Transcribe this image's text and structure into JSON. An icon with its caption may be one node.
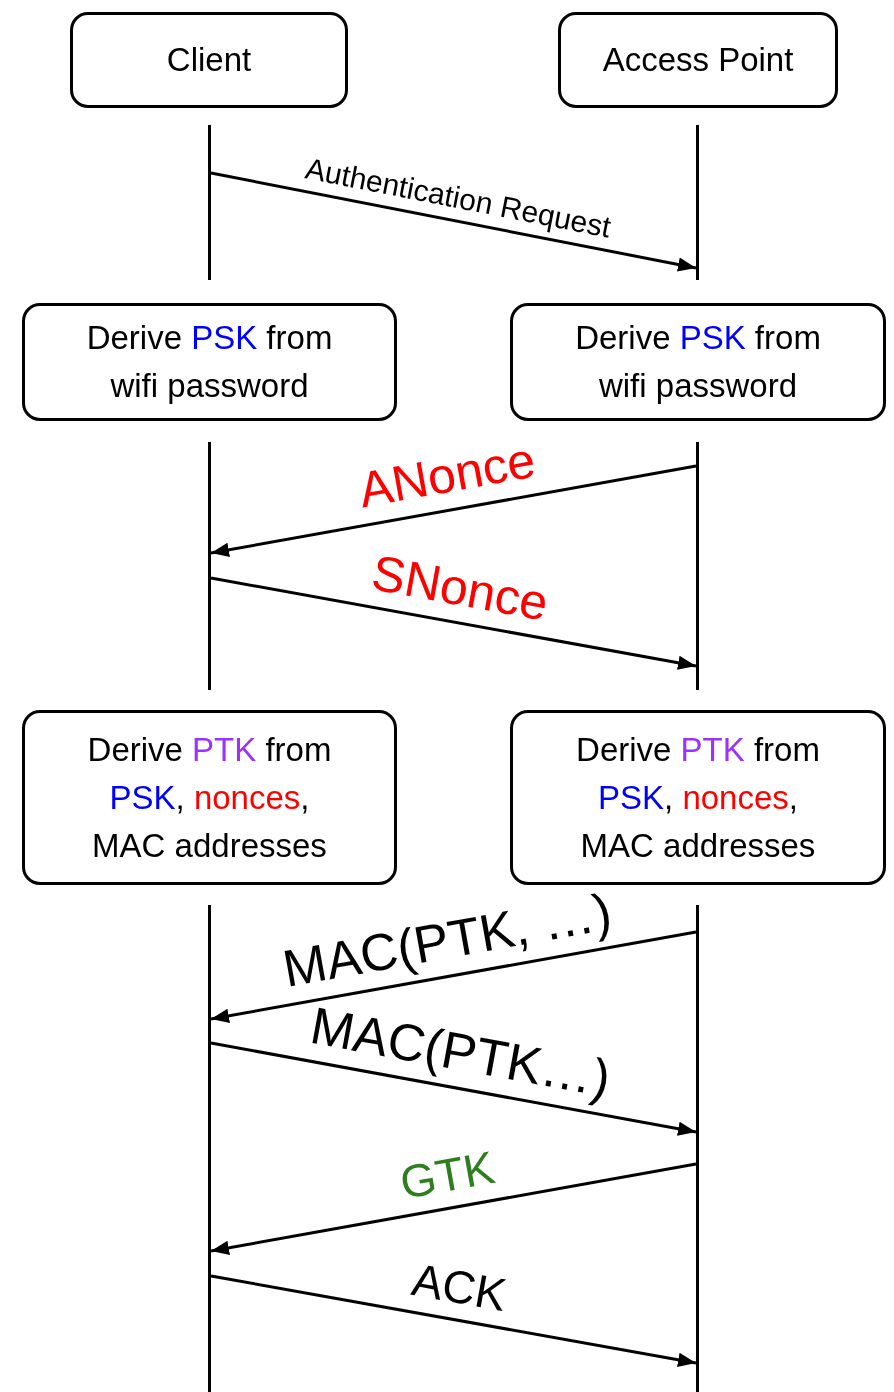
{
  "diagram": {
    "nodes": [
      {
        "text": [
          "Client"
        ]
      },
      {
        "text": [
          "Access Point"
        ]
      },
      {
        "text": [],
        "shape": "line"
      },
      {
        "text": [],
        "shape": "line"
      },
      {
        "text": [
          "Derive PSK from wifi password"
        ]
      },
      {
        "text": [
          "Derive PSK from wifi password"
        ]
      },
      {
        "text": [],
        "shape": "line"
      },
      {
        "text": [],
        "shape": "line"
      },
      {
        "text": [
          "Derive PTK from PSK, nonces, MAC addresses"
        ]
      },
      {
        "text": [
          "Derive PTK from PSK, nonces, MAC addresses"
        ]
      },
      {
        "text": [],
        "shape": "line"
      },
      {
        "text": [],
        "shape": "line"
      }
    ],
    "edges": [
      {
        "from": 2,
        "to": 3,
        "arrow": "to",
        "label": "Authentication Request"
      },
      {
        "from": 7,
        "to": 6,
        "arrow": "to",
        "label": "ANonce"
      },
      {
        "from": 6,
        "to": 7,
        "arrow": "to",
        "label": "SNonce"
      },
      {
        "from": 11,
        "to": 10,
        "arrow": "to",
        "label": "MAC(PTK, …)"
      },
      {
        "from": 10,
        "to": 11,
        "arrow": "to",
        "label": "MAC(PTK…)"
      },
      {
        "from": 11,
        "to": 10,
        "arrow": "to",
        "label": "GTK"
      },
      {
        "from": 10,
        "to": 11,
        "arrow": "to",
        "label": "ACK"
      }
    ]
  }
}
